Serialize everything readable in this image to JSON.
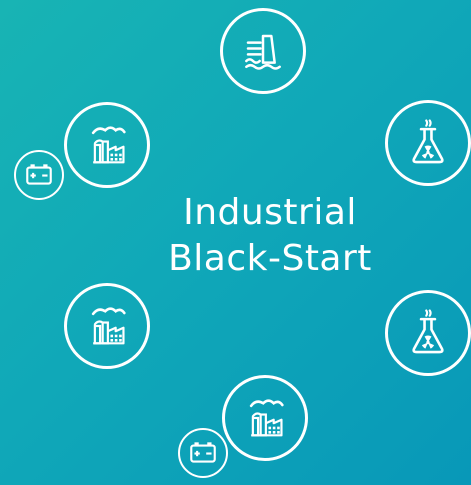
{
  "diagram": {
    "title_line1": "Industrial",
    "title_line2": "Black-Start",
    "nodes": [
      {
        "id": "hydro-dam",
        "icon": "hydro-dam-icon"
      },
      {
        "id": "nuclear-top",
        "icon": "nuclear-flask-icon"
      },
      {
        "id": "nuclear-bottom",
        "icon": "nuclear-flask-icon"
      },
      {
        "id": "factory-bottom",
        "icon": "factory-icon"
      },
      {
        "id": "battery-bottom",
        "icon": "battery-icon"
      },
      {
        "id": "factory-left-lower",
        "icon": "factory-icon"
      },
      {
        "id": "factory-left-upper",
        "icon": "factory-icon"
      },
      {
        "id": "battery-left",
        "icon": "battery-icon"
      }
    ]
  },
  "colors": {
    "background_start": "#18b4b4",
    "background_end": "#0898b8",
    "foreground": "#ffffff"
  }
}
